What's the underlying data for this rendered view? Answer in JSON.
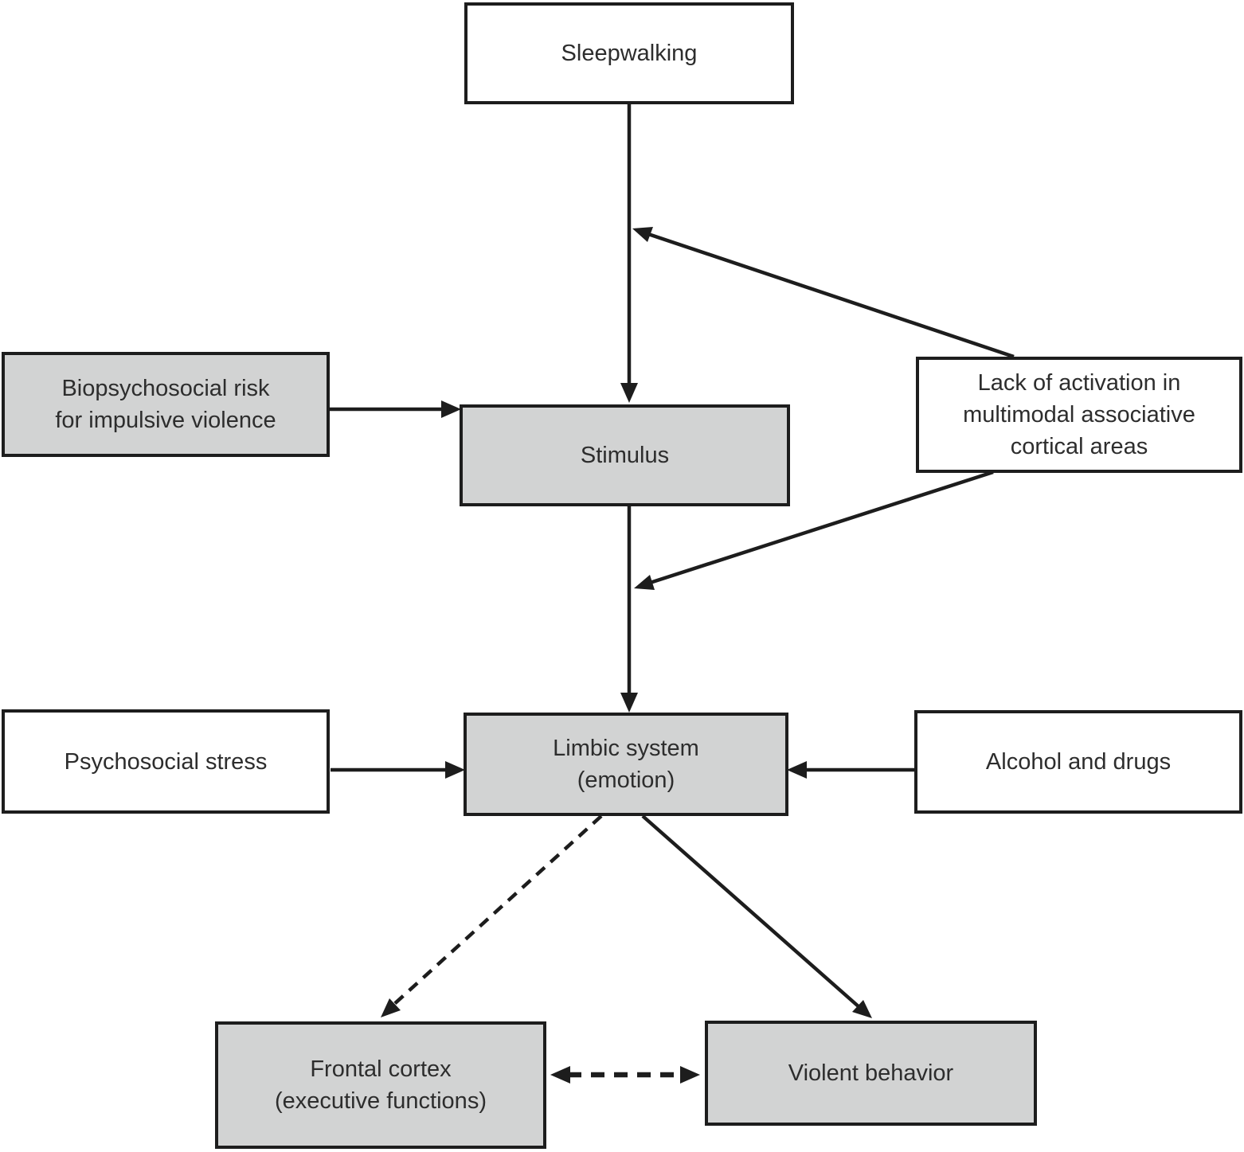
{
  "diagram": {
    "description": "Flowchart of factors leading from sleepwalking to violent behavior",
    "colors": {
      "node_fill_gray": "#d2d3d3",
      "node_fill_white": "#ffffff",
      "node_border": "#1d1d1d",
      "text": "#2d2d2d",
      "arrow": "#1d1d1d",
      "background": "#ffffff"
    },
    "nodes": {
      "sleepwalking": {
        "label": "Sleepwalking",
        "fill": "white"
      },
      "biopsychosocial": {
        "label": "Biopsychosocial risk\nfor impulsive violence",
        "fill": "gray"
      },
      "stimulus": {
        "label": "Stimulus",
        "fill": "gray"
      },
      "lack_of_activation": {
        "label": "Lack of activation in\nmultimodal associative\ncortical areas",
        "fill": "white"
      },
      "psychosocial": {
        "label": "Psychosocial stress",
        "fill": "white"
      },
      "limbic": {
        "label": "Limbic system\n(emotion)",
        "fill": "gray"
      },
      "alcohol": {
        "label": "Alcohol and drugs",
        "fill": "white"
      },
      "frontal": {
        "label": "Frontal cortex\n(executive functions)",
        "fill": "gray"
      },
      "violent": {
        "label": "Violent behavior",
        "fill": "gray"
      }
    },
    "edges": [
      {
        "id": "sleepwalking-to-stimulus",
        "from": "sleepwalking",
        "to": "stimulus",
        "style": "solid",
        "direction": "one-way"
      },
      {
        "id": "lack-to-sleepwalking-pathway",
        "from": "lack_of_activation",
        "to": "sleepwalking-stimulus pathway",
        "style": "solid",
        "direction": "one-way"
      },
      {
        "id": "biopsychosocial-to-stimulus",
        "from": "biopsychosocial",
        "to": "stimulus",
        "style": "solid",
        "direction": "one-way"
      },
      {
        "id": "stimulus-to-limbic",
        "from": "stimulus",
        "to": "limbic",
        "style": "solid",
        "direction": "one-way"
      },
      {
        "id": "lack-to-stimulus-limbic-pathway",
        "from": "lack_of_activation",
        "to": "stimulus-limbic pathway",
        "style": "solid",
        "direction": "one-way"
      },
      {
        "id": "psychosocial-to-limbic",
        "from": "psychosocial",
        "to": "limbic",
        "style": "solid",
        "direction": "one-way"
      },
      {
        "id": "alcohol-to-limbic",
        "from": "alcohol",
        "to": "limbic",
        "style": "solid",
        "direction": "one-way"
      },
      {
        "id": "limbic-to-frontal",
        "from": "limbic",
        "to": "frontal",
        "style": "dashed",
        "direction": "one-way"
      },
      {
        "id": "limbic-to-violent",
        "from": "limbic",
        "to": "violent",
        "style": "solid",
        "direction": "one-way"
      },
      {
        "id": "frontal-violent",
        "from": "frontal",
        "to": "violent",
        "style": "dashed",
        "direction": "two-way"
      }
    ]
  }
}
